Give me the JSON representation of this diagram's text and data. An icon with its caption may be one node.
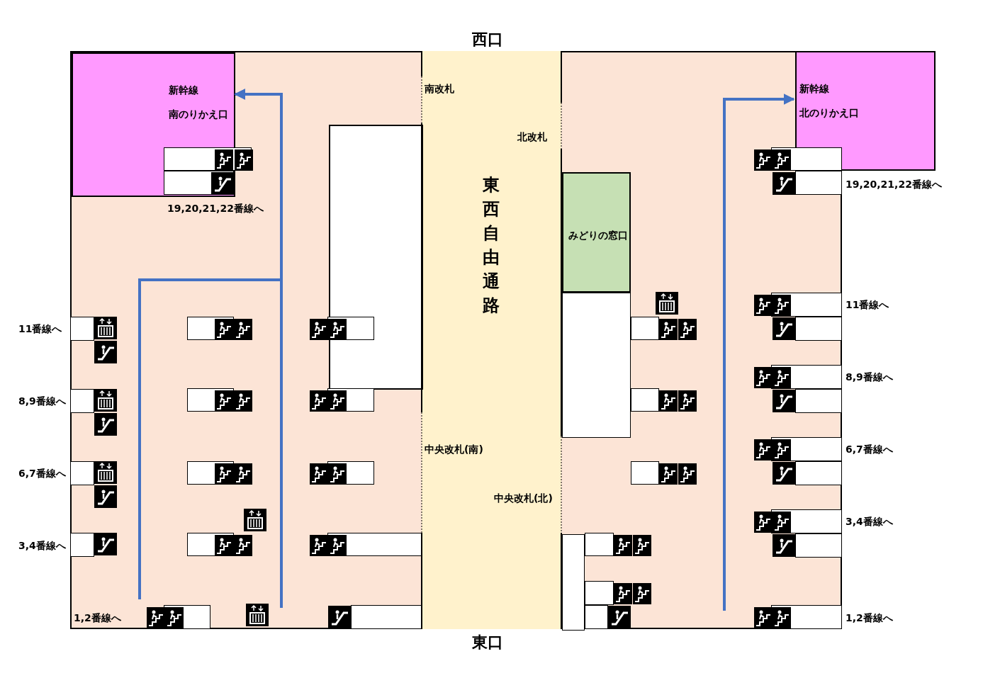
{
  "diagram": {
    "nodes": [
      {
        "text": [],
        "shape": "box"
      },
      {
        "text": [
          "新幹線",
          "南のりかえ口"
        ],
        "in": 0
      },
      {
        "text": [],
        "shape": "box",
        "in": 0
      },
      {
        "text": [
          "東西自由通路"
        ]
      },
      {
        "text": [],
        "shape": "box"
      },
      {
        "text": [
          "新幹線",
          "北のりかえ口"
        ]
      },
      {
        "text": [
          "みどりの窓口"
        ],
        "in": 4
      },
      {
        "text": [],
        "shape": "box",
        "in": 4
      },
      {
        "text": [],
        "shape": "box",
        "in": 4
      }
    ],
    "edges": [
      {
        "from": null,
        "to": 1,
        "arrow": "to"
      },
      {
        "from": null,
        "to": 1,
        "arrow": "to"
      },
      {
        "from": null,
        "to": 5,
        "arrow": "to"
      }
    ],
    "labels": [
      "西口",
      "南改札",
      "北改札",
      "19,20,21,22番線へ",
      "19,20,21,22番線へ",
      "11番線へ",
      "11番線へ",
      "8,9番線へ",
      "8,9番線へ",
      "中央改札(南)",
      "6,7番線へ",
      "6,7番線へ",
      "中央改札(北)",
      "3,4番線へ",
      "3,4番線へ",
      "1,2番線へ",
      "1,2番線へ",
      "東口"
    ]
  }
}
